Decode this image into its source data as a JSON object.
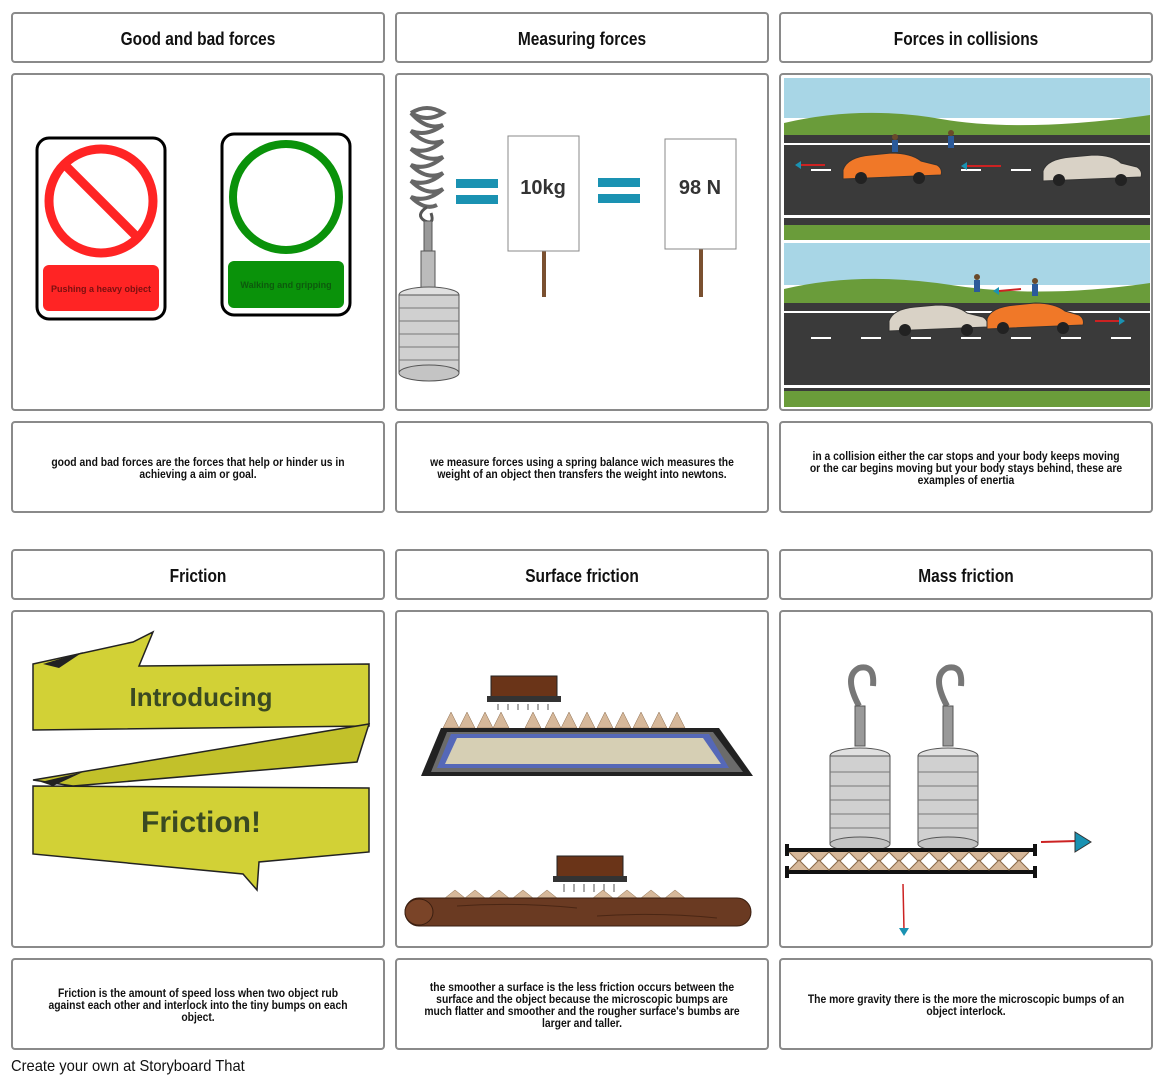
{
  "panels": [
    {
      "title": "Good and bad forces",
      "description": "good and bad forces are the forces that help or hinder us in achieving a aim or goal.",
      "signs": {
        "bad_label": "Pushing a heavy object",
        "good_label": "Walking and gripping"
      }
    },
    {
      "title": "Measuring forces",
      "description": "we measure forces using a spring balance wich measures the weight of an object then transfers the weight into newtons.",
      "mass_label": "10kg",
      "force_label": "98 N"
    },
    {
      "title": "Forces in collisions",
      "description": "in a collision either the car stops and your body keeps moving or the car begins moving but your body stays behind, these are examples of enertia"
    },
    {
      "title": "Friction",
      "description": "Friction is the amount of speed loss when two object rub against each other and interlock into the tiny bumps on each object.",
      "banner_top": "Introducing",
      "banner_bottom": "Friction!"
    },
    {
      "title": "Surface friction",
      "description": "the smoother a surface is the less friction occurs between the surface and the object because the microscopic bumps are much flatter and smoother and the rougher surface's bumbs are larger and taller."
    },
    {
      "title": "Mass friction",
      "description": "The more gravity there is the more the microscopic bumps of an object interlock."
    }
  ],
  "footer": "Create your own at Storyboard That",
  "colors": {
    "red": "#ff2424",
    "green": "#0a920a",
    "banner": "#d2d136",
    "equals": "#1a92b2",
    "orange_car": "#f07828"
  }
}
